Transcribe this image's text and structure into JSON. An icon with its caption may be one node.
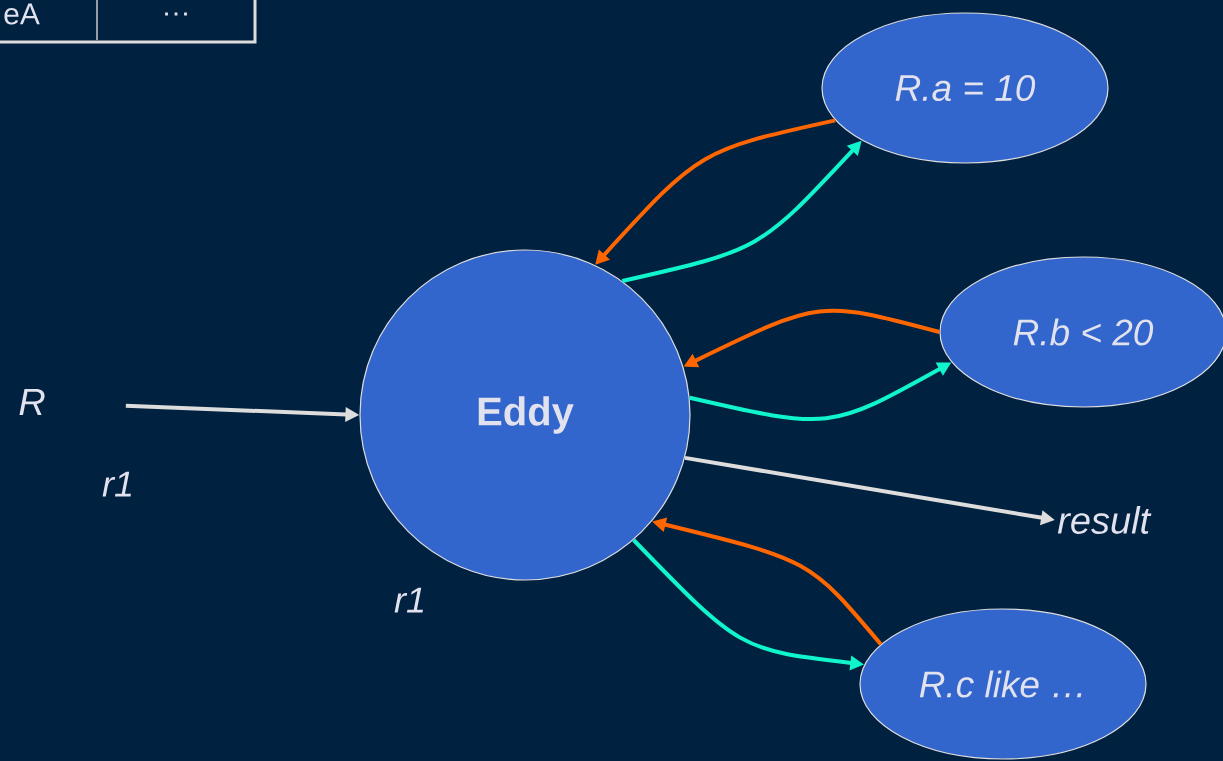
{
  "diagram": {
    "nodes": [
      {
        "text": [
          "R"
        ]
      },
      {
        "text": [
          "Eddy"
        ],
        "beside": [
          "r1"
        ]
      },
      {
        "text": [
          "R.a = 10"
        ]
      },
      {
        "text": [
          "R.b < 20"
        ]
      },
      {
        "text": [
          "R.c like …"
        ]
      },
      {
        "text": [
          "result"
        ]
      }
    ],
    "edges": [
      {
        "from": 0,
        "to": 1,
        "arrow": "to",
        "label": "r1",
        "color": "#dddddd"
      },
      {
        "from": 2,
        "to": 1,
        "arrow": "to",
        "color": "#ff6600"
      },
      {
        "from": 1,
        "to": 2,
        "arrow": "to",
        "color": "#11f5cc"
      },
      {
        "from": 3,
        "to": 1,
        "arrow": "to",
        "color": "#ff6600"
      },
      {
        "from": 1,
        "to": 3,
        "arrow": "to",
        "color": "#11f5cc"
      },
      {
        "from": 4,
        "to": 1,
        "arrow": "to",
        "color": "#ff6600"
      },
      {
        "from": 1,
        "to": 4,
        "arrow": "to",
        "color": "#11f5cc"
      },
      {
        "from": 1,
        "to": 5,
        "arrow": "to",
        "color": "#dddddd"
      }
    ],
    "labels": [
      "eA",
      "…"
    ]
  }
}
